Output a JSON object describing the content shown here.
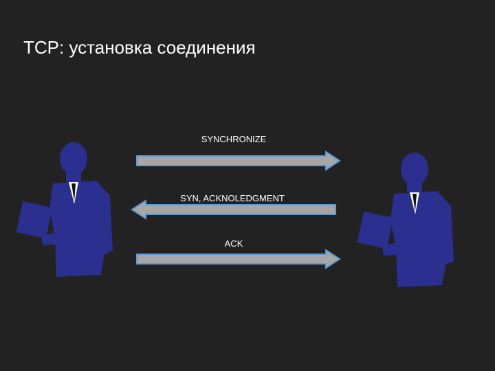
{
  "slide": {
    "title": "TCP: установка соединения"
  },
  "messages": [
    {
      "label": "SYNCHRONIZE",
      "direction": "right"
    },
    {
      "label": "SYN, ACKNOLEDGMENT",
      "direction": "left"
    },
    {
      "label": "ACK",
      "direction": "right"
    }
  ],
  "colors": {
    "background": "#222222",
    "figure": "#2b2f8f",
    "arrow_fill": "#a6a6a6",
    "arrow_outline": "#5b9bd5"
  }
}
